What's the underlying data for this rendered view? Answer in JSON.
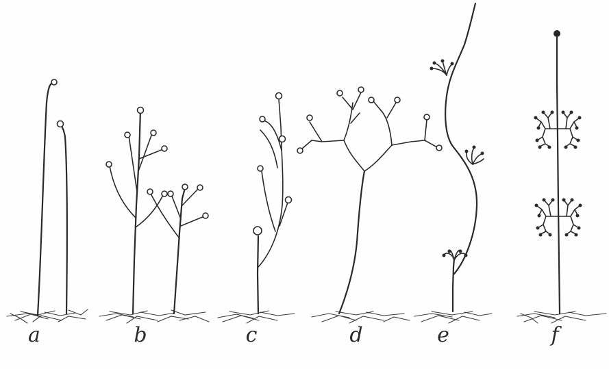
{
  "figure": {
    "panels": [
      {
        "id": "a",
        "label": "a"
      },
      {
        "id": "b",
        "label": "b"
      },
      {
        "id": "c",
        "label": "c"
      },
      {
        "id": "d",
        "label": "d"
      },
      {
        "id": "e",
        "label": "e"
      },
      {
        "id": "f",
        "label": "f"
      }
    ],
    "ink_color": "#2a2a2a"
  }
}
